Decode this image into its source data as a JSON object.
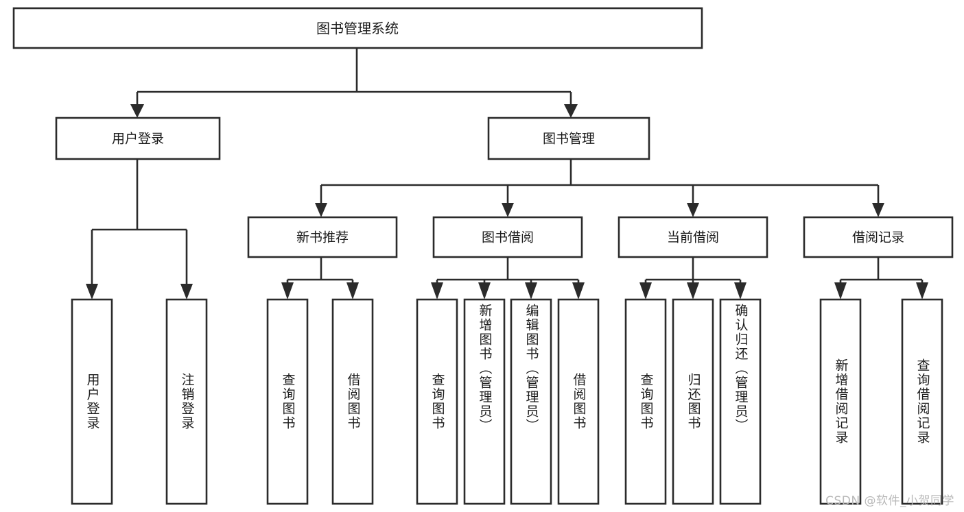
{
  "diagram": {
    "title": "图书管理系统",
    "type": "功能结构图",
    "watermark": "CSDN @软件_小贺同学",
    "colors": {
      "stroke": "#2b2b2b",
      "fill": "#ffffff",
      "text": "#1c1c1c",
      "watermark": "#b9b9b9",
      "background": "#ffffff"
    }
  },
  "root": {
    "label": "图书管理系统"
  },
  "level2": [
    {
      "label": "用户登录"
    },
    {
      "label": "图书管理"
    }
  ],
  "level3": [
    {
      "label": "新书推荐"
    },
    {
      "label": "图书借阅"
    },
    {
      "label": "当前借阅"
    },
    {
      "label": "借阅记录"
    }
  ],
  "leaves": {
    "user_login": [
      {
        "label": "用户登录"
      },
      {
        "label": "注销登录"
      }
    ],
    "new_book_recommend": [
      {
        "label": "查询图书"
      },
      {
        "label": "借阅图书"
      }
    ],
    "book_borrow": [
      {
        "label": "查询图书"
      },
      {
        "label": "新增图书（管理员）"
      },
      {
        "label": "编辑图书（管理员）"
      },
      {
        "label": "借阅图书"
      }
    ],
    "current_borrow": [
      {
        "label": "查询图书"
      },
      {
        "label": "归还图书"
      },
      {
        "label": "确认归还（管理员）"
      }
    ],
    "borrow_records": [
      {
        "label": "新增借阅记录"
      },
      {
        "label": "查询借阅记录"
      }
    ]
  },
  "chart_data": {
    "type": "tree",
    "title": "图书管理系统 功能结构图",
    "nodes": [
      {
        "id": "root",
        "label": "图书管理系统",
        "level": 0,
        "parent": null
      },
      {
        "id": "user-login",
        "label": "用户登录",
        "level": 1,
        "parent": "root"
      },
      {
        "id": "book-manage",
        "label": "图书管理",
        "level": 1,
        "parent": "root"
      },
      {
        "id": "user-login-leaf",
        "label": "用户登录",
        "level": 2,
        "parent": "user-login"
      },
      {
        "id": "logout-leaf",
        "label": "注销登录",
        "level": 2,
        "parent": "user-login"
      },
      {
        "id": "new-book",
        "label": "新书推荐",
        "level": 2,
        "parent": "book-manage"
      },
      {
        "id": "book-borrow",
        "label": "图书借阅",
        "level": 2,
        "parent": "book-manage"
      },
      {
        "id": "current-borrow",
        "label": "当前借阅",
        "level": 2,
        "parent": "book-manage"
      },
      {
        "id": "borrow-record",
        "label": "借阅记录",
        "level": 2,
        "parent": "book-manage"
      },
      {
        "id": "nb-query",
        "label": "查询图书",
        "level": 3,
        "parent": "new-book"
      },
      {
        "id": "nb-borrow",
        "label": "借阅图书",
        "level": 3,
        "parent": "new-book"
      },
      {
        "id": "bb-query",
        "label": "查询图书",
        "level": 3,
        "parent": "book-borrow"
      },
      {
        "id": "bb-add",
        "label": "新增图书（管理员）",
        "level": 3,
        "parent": "book-borrow"
      },
      {
        "id": "bb-edit",
        "label": "编辑图书（管理员）",
        "level": 3,
        "parent": "book-borrow"
      },
      {
        "id": "bb-borrow",
        "label": "借阅图书",
        "level": 3,
        "parent": "book-borrow"
      },
      {
        "id": "cb-query",
        "label": "查询图书",
        "level": 3,
        "parent": "current-borrow"
      },
      {
        "id": "cb-return",
        "label": "归还图书",
        "level": 3,
        "parent": "current-borrow"
      },
      {
        "id": "cb-confirm",
        "label": "确认归还（管理员）",
        "level": 3,
        "parent": "current-borrow"
      },
      {
        "id": "br-add",
        "label": "新增借阅记录",
        "level": 3,
        "parent": "borrow-record"
      },
      {
        "id": "br-query",
        "label": "查询借阅记录",
        "level": 3,
        "parent": "borrow-record"
      }
    ],
    "orientation": "top-down",
    "edge_style": "orthogonal-arrow"
  }
}
